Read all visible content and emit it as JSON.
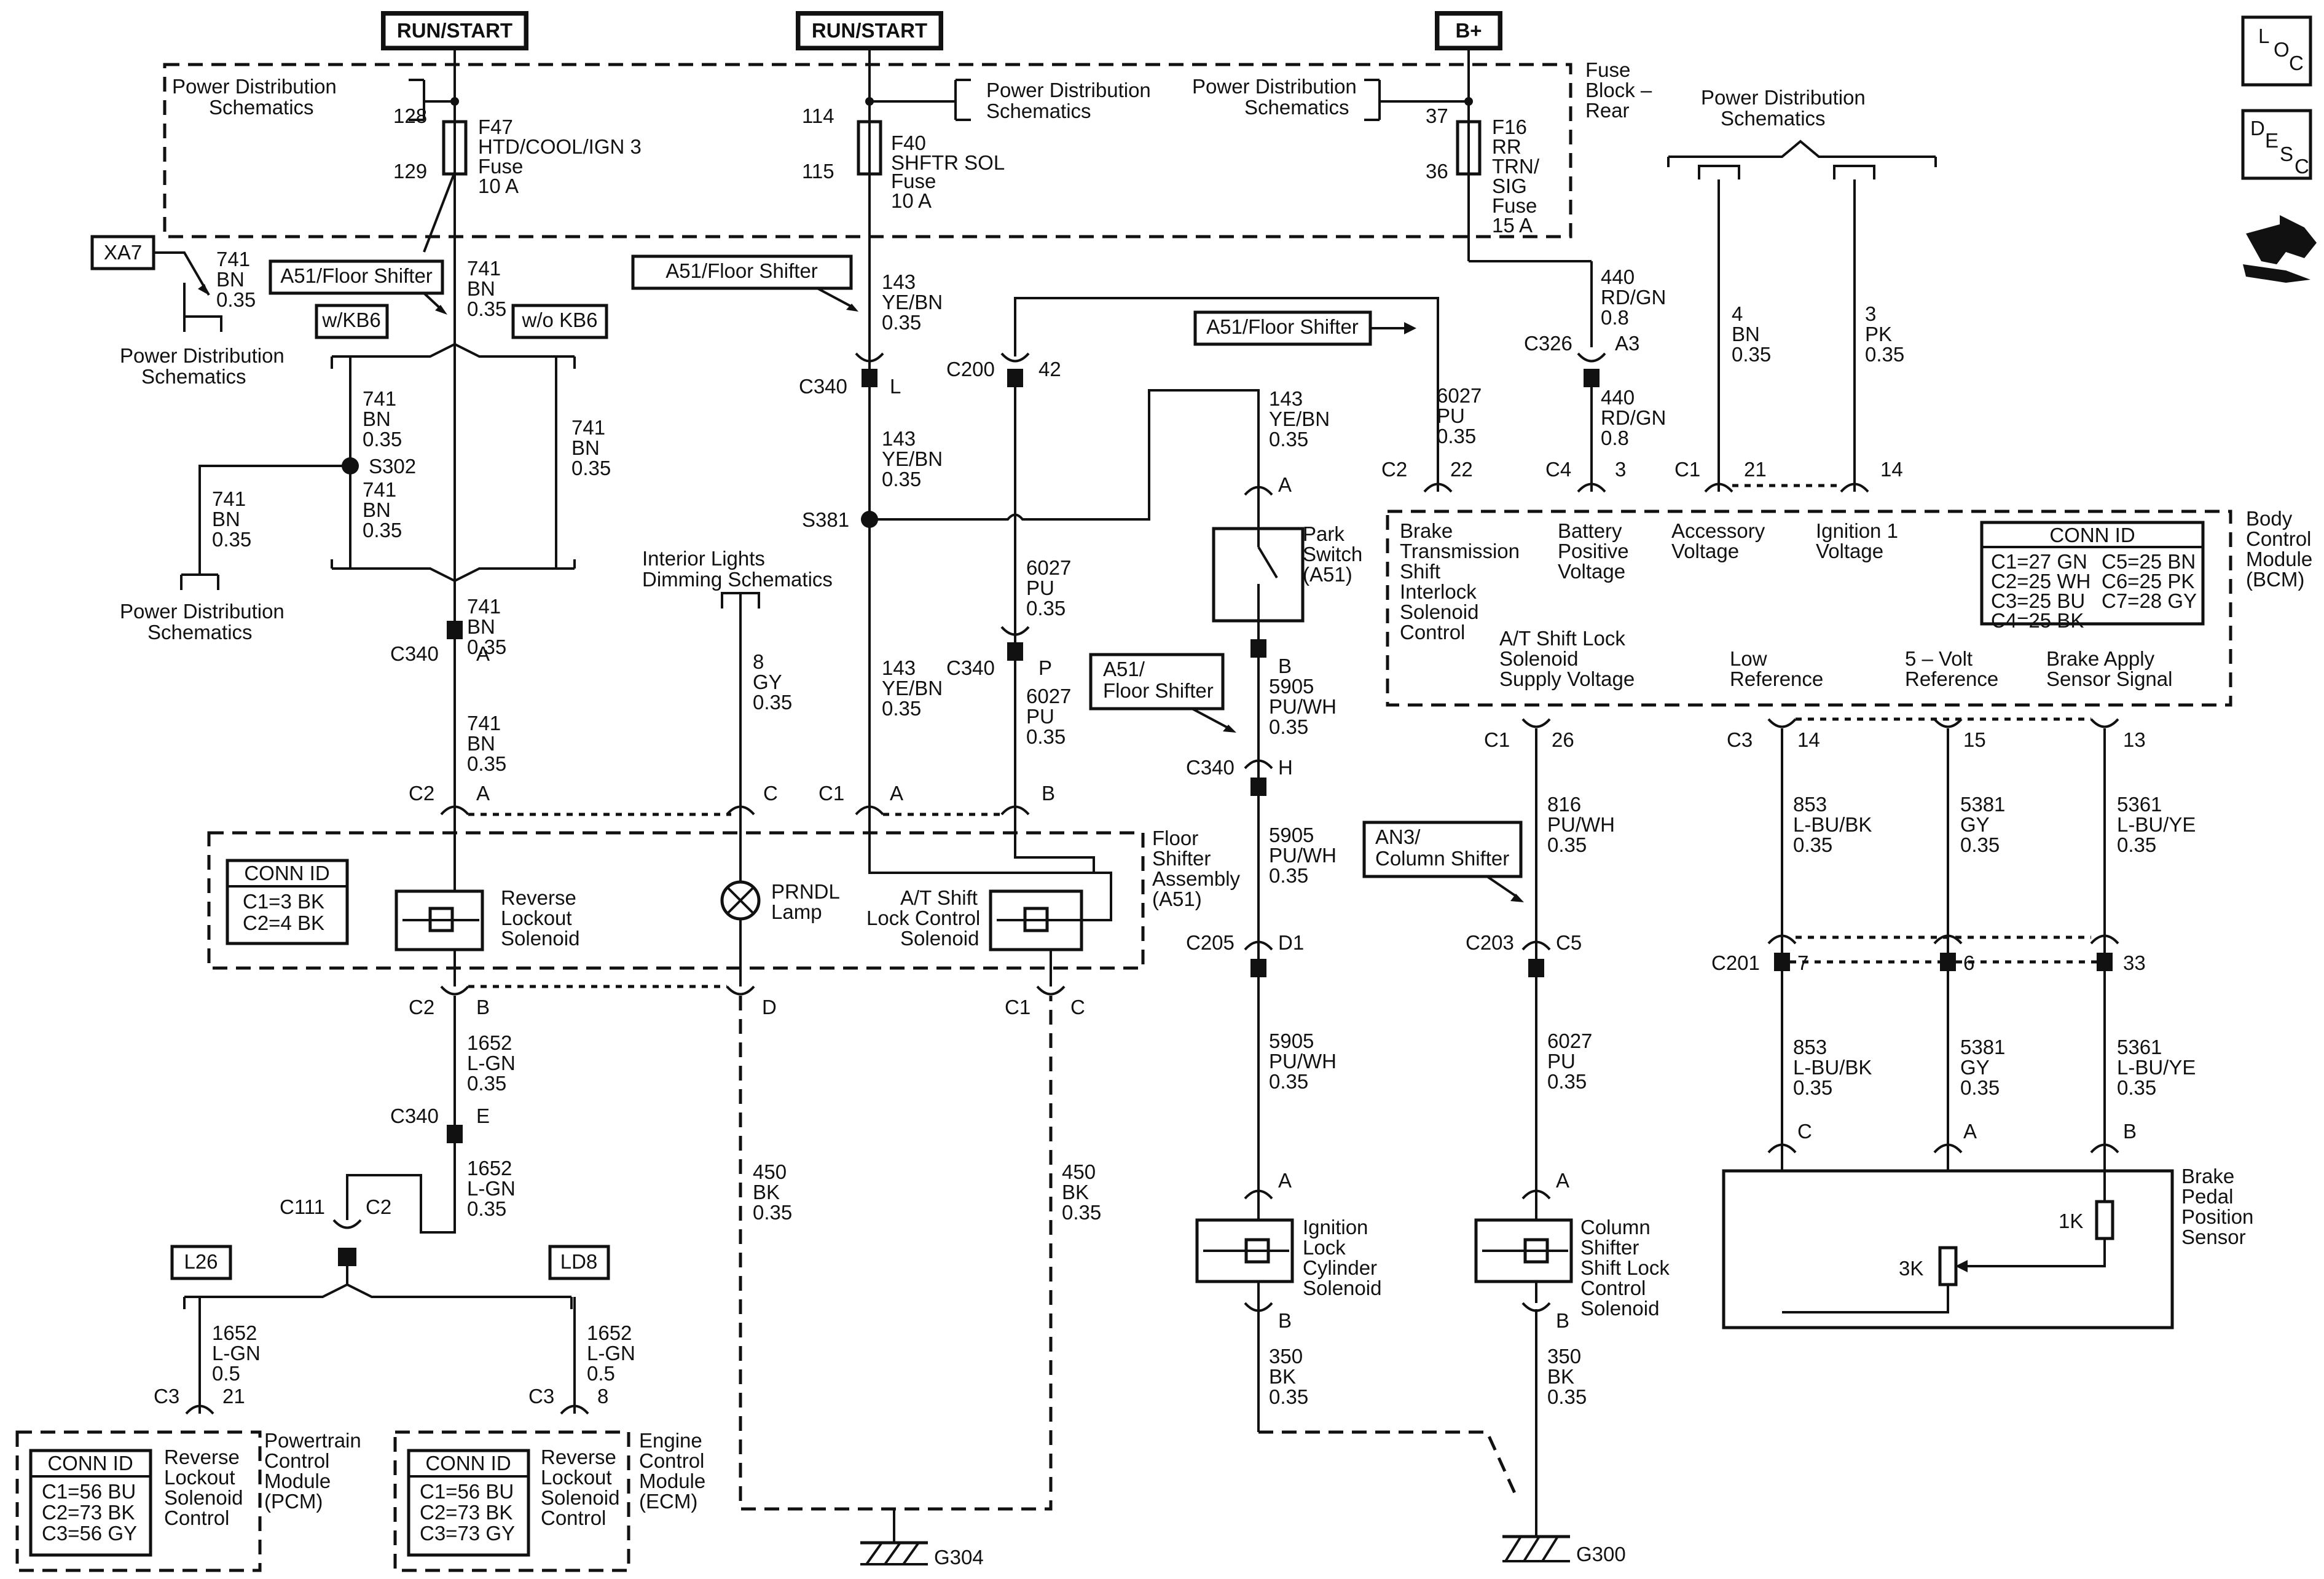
{
  "sources": {
    "run_start_1": "RUN/START",
    "run_start_2": "RUN/START",
    "b_plus": "B+"
  },
  "fuse_block": {
    "label": [
      "Fuse",
      "Block –",
      "Rear"
    ],
    "f47": {
      "pin_in": "128",
      "pin_out": "129",
      "name": [
        "F47",
        "HTD/COOL/IGN 3",
        "Fuse",
        "10 A"
      ]
    },
    "f40": {
      "pin_in": "114",
      "pin_out": "115",
      "name": [
        "F40",
        "SHFTR SOL",
        "Fuse",
        "10 A"
      ]
    },
    "f16": {
      "pin_in": "37",
      "pin_out": "36",
      "name": [
        "F16",
        "RR",
        "TRN/",
        "SIG",
        "Fuse",
        "15 A"
      ]
    }
  },
  "refs": {
    "pds": [
      "Power Distribution",
      "Schematics"
    ],
    "interior_lights": [
      "Interior Lights",
      "Dimming Schematics"
    ]
  },
  "tags": {
    "xa7": "XA7",
    "a51_floor_shifter": "A51/Floor Shifter",
    "a51_floor_shifter_2": [
      "A51/",
      "Floor Shifter"
    ],
    "an3_column_shifter": [
      "AN3/",
      "Column Shifter"
    ],
    "w_kb6": "w/KB6",
    "wo_kb6": "w/o KB6",
    "l26": "L26",
    "ld8": "LD8"
  },
  "wires": {
    "w741": [
      "741",
      "BN",
      "0.35"
    ],
    "w143": [
      "143",
      "YE/BN",
      "0.35"
    ],
    "w440": [
      "440",
      "RD/GN",
      "0.8"
    ],
    "w6027": [
      "6027",
      "PU",
      "0.35"
    ],
    "w4": [
      "4",
      "BN",
      "0.35"
    ],
    "w3": [
      "3",
      "PK",
      "0.35"
    ],
    "w8": [
      "8",
      "GY",
      "0.35"
    ],
    "w5905": [
      "5905",
      "PU/WH",
      "0.35"
    ],
    "w816": [
      "816",
      "PU/WH",
      "0.35"
    ],
    "w853": [
      "853",
      "L-BU/BK",
      "0.35"
    ],
    "w5381": [
      "5381",
      "GY",
      "0.35"
    ],
    "w5361": [
      "5361",
      "L-BU/YE",
      "0.35"
    ],
    "w1652": [
      "1652",
      "L-GN",
      "0.35"
    ],
    "w1652b": [
      "1652",
      "L-GN",
      "0.5"
    ],
    "w450": [
      "450",
      "BK",
      "0.35"
    ],
    "w350": [
      "350",
      "BK",
      "0.35"
    ]
  },
  "connectors": {
    "c340": "C340",
    "c200": "C200",
    "c326": "C326",
    "c2": "C2",
    "c4": "C4",
    "c1": "C1",
    "c3": "C3",
    "c205": "C205",
    "c203": "C203",
    "c201": "C201",
    "c111": "C111",
    "s302": "S302",
    "s381": "S381",
    "pin_a": "A",
    "pin_b": "B",
    "pin_c": "C",
    "pin_d": "D",
    "pin_e": "E",
    "pin_h": "H",
    "pin_l": "L",
    "pin_p": "P",
    "pin_d1": "D1",
    "pin_c5": "C5",
    "pin_a3": "A3",
    "n42": "42",
    "n22": "22",
    "n3": "3",
    "n21": "21",
    "n14": "14",
    "n26": "26",
    "n15": "15",
    "n13": "13",
    "n7": "7",
    "n6": "6",
    "n33": "33",
    "n8": "8"
  },
  "bcm": {
    "name": [
      "Body",
      "Control",
      "Module",
      "(BCM)"
    ],
    "pins_top": {
      "bts": [
        "Brake",
        "Transmission",
        "Shift",
        "Interlock",
        "Solenoid",
        "Control"
      ],
      "battery": [
        "Battery",
        "Positive",
        "Voltage"
      ],
      "accessory": [
        "Accessory",
        "Voltage"
      ],
      "ignition": [
        "Ignition 1",
        "Voltage"
      ]
    },
    "pins_bottom": {
      "at_shift": [
        "A/T Shift Lock",
        "Solenoid",
        "Supply Voltage"
      ],
      "low_ref": [
        "Low",
        "Reference"
      ],
      "five_volt": [
        "5 – Volt",
        "Reference"
      ],
      "brake_apply": [
        "Brake Apply",
        "Sensor Signal"
      ]
    },
    "conn_id": {
      "title": "CONN ID",
      "rows": [
        "C1=27 GN",
        "C2=25 WH",
        "C3=25 BU",
        "C4=25 BK",
        "C5=25 BN",
        "C6=25 PK",
        "C7=28 GY"
      ]
    }
  },
  "floor_shifter": {
    "name": [
      "Floor",
      "Shifter",
      "Assembly",
      "(A51)"
    ],
    "conn_id": {
      "title": "CONN ID",
      "rows": [
        "C1=3 BK",
        "C2=4 BK"
      ]
    },
    "reverse_lockout": [
      "Reverse",
      "Lockout",
      "Solenoid"
    ],
    "prndl": [
      "PRNDL",
      "Lamp"
    ],
    "at_shift_lock": [
      "A/T Shift",
      "Lock Control",
      "Solenoid"
    ]
  },
  "park_switch": [
    "Park",
    "Switch",
    "(A51)"
  ],
  "ignition_lock": [
    "Ignition",
    "Lock",
    "Cylinder",
    "Solenoid"
  ],
  "column_shifter": [
    "Column",
    "Shifter",
    "Shift Lock",
    "Control",
    "Solenoid"
  ],
  "brake_sensor": {
    "name": [
      "Brake",
      "Pedal",
      "Position",
      "Sensor"
    ],
    "r1": "1K",
    "r2": "3K"
  },
  "pcm": {
    "name": [
      "Powertrain",
      "Control",
      "Module",
      "(PCM)"
    ],
    "pin": [
      "Reverse",
      "Lockout",
      "Solenoid",
      "Control"
    ],
    "conn_id": {
      "title": "CONN ID",
      "rows": [
        "C1=56 BU",
        "C2=73 BK",
        "C3=56 GY"
      ]
    }
  },
  "ecm": {
    "name": [
      "Engine",
      "Control",
      "Module",
      "(ECM)"
    ],
    "pin": [
      "Reverse",
      "Lockout",
      "Solenoid",
      "Control"
    ],
    "conn_id": {
      "title": "CONN ID",
      "rows": [
        "C1=56 BU",
        "C2=73 BK",
        "C3=73 GY"
      ]
    }
  },
  "grounds": {
    "g304": "G304",
    "g300": "G300"
  },
  "nav_icons": {
    "loc": [
      "L",
      "O",
      "C"
    ],
    "desc": [
      "D",
      "E",
      "S",
      "C"
    ],
    "wrench": "wrench-icon"
  }
}
